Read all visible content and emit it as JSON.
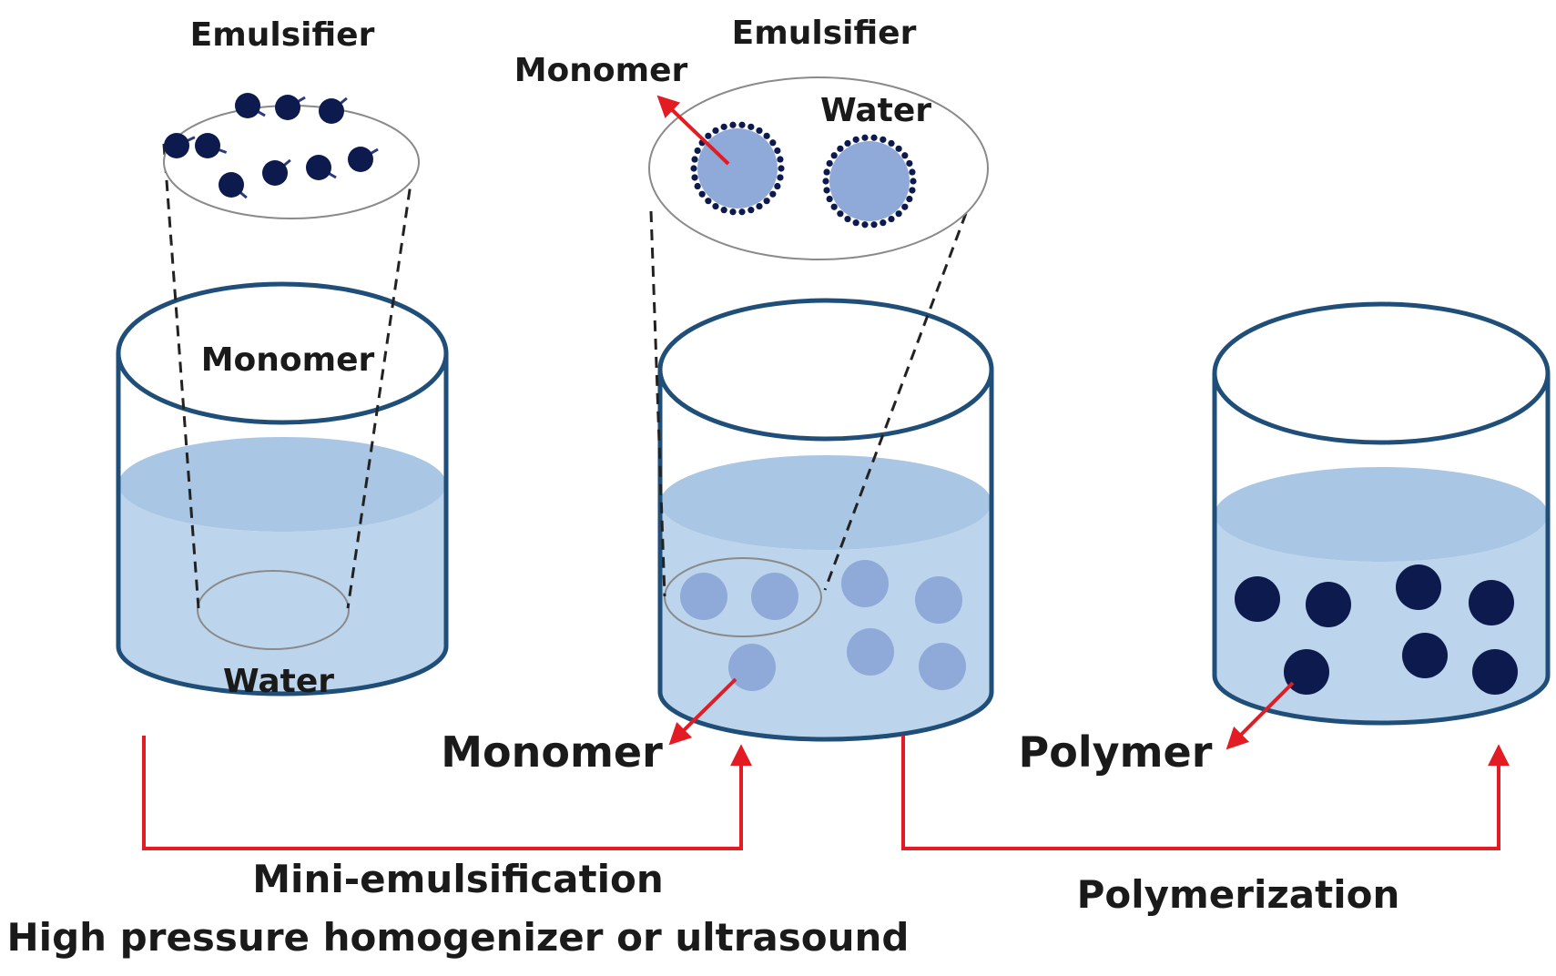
{
  "colors": {
    "beaker_outline": "#1f4e79",
    "liquid": "#bdd5ec",
    "liquid_surface": "#a9c6e4",
    "monomer_droplet": "#8fa9d9",
    "emulsifier": "#0d1a4d",
    "polymer": "#0d1a4d",
    "arrow": "#e31b23",
    "zoom_guide": "#222222",
    "zoom_ellipse": "#8a8a8a"
  },
  "labels": {
    "beaker1_emulsifier": "Emulsifier",
    "beaker1_monomer": "Monomer",
    "beaker1_water": "Water",
    "beaker2_emulsifier": "Emulsifier",
    "beaker2_monomer_top": "Monomer",
    "beaker2_water": "Water",
    "beaker2_monomer_bottom": "Monomer",
    "beaker3_polymer": "Polymer"
  },
  "steps": {
    "step1_title": "Mini-emulsification",
    "step1_method": "High pressure homogenizer or ultrasound",
    "step2_title": "Polymerization"
  }
}
